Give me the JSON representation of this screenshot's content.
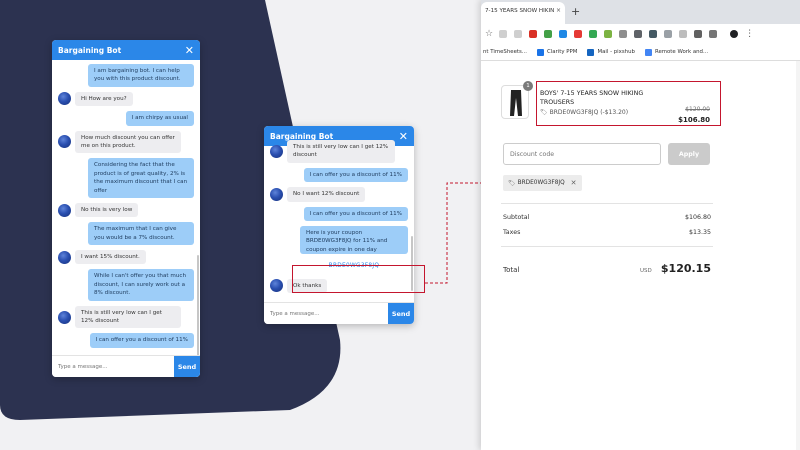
{
  "chat_left": {
    "title": "Bargaining Bot",
    "input_placeholder": "Type a message...",
    "send_label": "Send",
    "messages": [
      {
        "from": "bot",
        "text": "I am bargaining bot. I can help you with this product discount."
      },
      {
        "from": "user",
        "text": "Hi How are you?"
      },
      {
        "from": "bot",
        "text": "I am chirpy as usual"
      },
      {
        "from": "user",
        "text": "How much discount you can offer me on this product."
      },
      {
        "from": "bot",
        "text": "Considering the fact that the product is of great quality, 2% is the maximum discount that I can offer"
      },
      {
        "from": "user",
        "text": "No this is very low"
      },
      {
        "from": "bot",
        "text": "The maximum that I can give you would be a 7% discount."
      },
      {
        "from": "user",
        "text": "I want 15% discount."
      },
      {
        "from": "bot",
        "text": "While I can't offer you that much discount, I can surely work out a 8% discount."
      },
      {
        "from": "user",
        "text": "This is still very low can I get 12% discount"
      },
      {
        "from": "bot",
        "text": "I can offer you a discount of 11%"
      }
    ]
  },
  "chat_right": {
    "title": "Bargaining Bot",
    "input_placeholder": "Type a message...",
    "send_label": "Send",
    "messages": [
      {
        "from": "user",
        "text": "This is still very low can I get 12% discount"
      },
      {
        "from": "bot",
        "text": "I can offer you a discount of 11%"
      },
      {
        "from": "user",
        "text": "No I want 12% discount"
      },
      {
        "from": "bot",
        "text": "I can offer you a discount of 11%"
      },
      {
        "from": "bot",
        "text": "Here is your coupon BRDE0WG3F8JQ for 11% and coupon expire in one day"
      },
      {
        "from": "user",
        "text": "Ok thanks"
      }
    ],
    "coupon_code": "BRDE0WG3F8JQ"
  },
  "browser": {
    "tab_title": "7-15 YEARS SNOW HIKIN",
    "tab_close": "×",
    "new_tab": "+",
    "extension_colors": [
      "#cfcfcf",
      "#cfcfcf",
      "#d93025",
      "#43a047",
      "#1e88e5",
      "#e53935",
      "#34a853",
      "#7cb342",
      "#8e8e8e",
      "#5f6368",
      "#455a64",
      "#9aa0a6",
      "#bdbdbd",
      "#616161",
      "#757575",
      "#202124"
    ],
    "bookmarks": [
      {
        "label": "nt TimeSheets...",
        "color": "#ffffff"
      },
      {
        "label": "Clarity PPM",
        "color": "#1a73e8"
      },
      {
        "label": "Mail - pixshub",
        "color": "#1565c0"
      },
      {
        "label": "Remote Work and...",
        "color": "#4285f4"
      }
    ]
  },
  "cart": {
    "quantity": "1",
    "product_title": "BOYS' 7-15 YEARS SNOW HIKING TROUSERS",
    "coupon_line": "BRDE0WG3F8JQ (-$13.20)",
    "old_price": "$120.00",
    "new_price": "$106.80",
    "discount_placeholder": "Discount code",
    "apply_label": "Apply",
    "applied_coupon": "BRDE0WG3F8JQ",
    "subtotal_label": "Subtotal",
    "subtotal_value": "$106.80",
    "taxes_label": "Taxes",
    "taxes_value": "$13.35",
    "total_label": "Total",
    "total_currency": "USD",
    "total_value": "$120.15"
  },
  "colors": {
    "accent": "#2b87e8",
    "highlight": "#c4162e",
    "background_shape": "#2c3250"
  }
}
